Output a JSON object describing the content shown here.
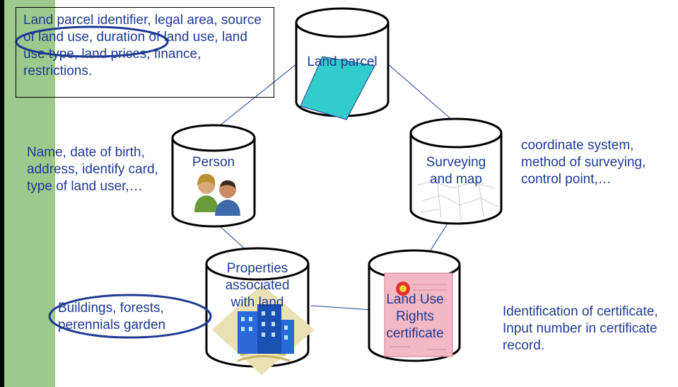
{
  "nodes": {
    "land_parcel": "Land parcel",
    "person": "Person",
    "surveying": "Surveying and map",
    "properties": "Properties associated with land",
    "certificate": "Land Use Rights certificate"
  },
  "annotations": {
    "land_parcel_attrs": "Land parcel identifier, legal area, source of land use, duration of land use, land use type, land prices, finance, restrictions.",
    "person_attrs": "Name, date of birth, address, identify card, type of land user,…",
    "surveying_attrs": "coordinate system, method of surveying, control point,…",
    "properties_attrs": "Buildings, forests, perennials garden",
    "certificate_attrs": "Identification of certificate, Input number in certificate record."
  },
  "colors": {
    "text": "#1f3a93",
    "green_bar": "#9dc98c",
    "parcel_fill": "#33cccc",
    "highlight_ellipse": "#1f3a93"
  }
}
